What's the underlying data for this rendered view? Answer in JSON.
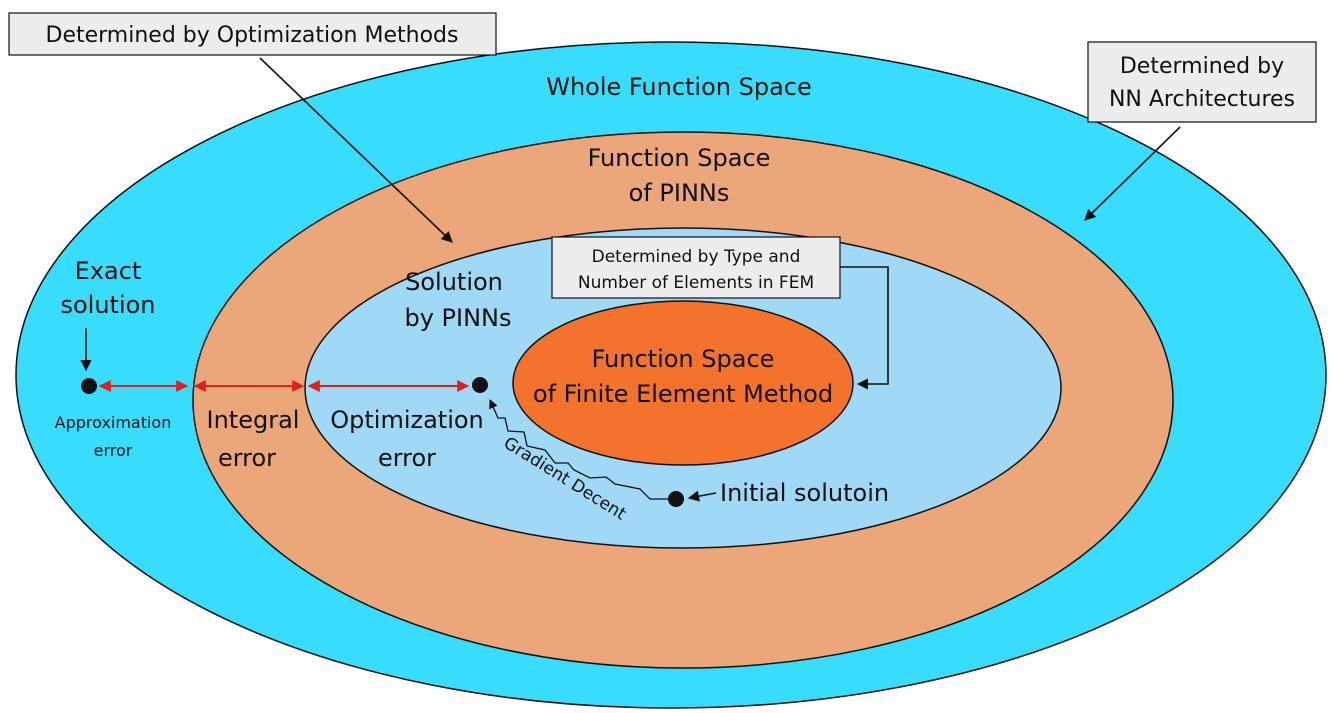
{
  "colors": {
    "whole_space": "#38dcfd",
    "pinn_space": "#eba67a",
    "pinn_solution": "#9fd9f5",
    "fem_space": "#f3722c",
    "error_arrow": "#e0201b",
    "box_fill": "#ededed"
  },
  "regions": {
    "whole_space": "Whole Function Space",
    "pinn_space_line1": "Function Space",
    "pinn_space_line2": "of  PINNs",
    "pinn_solution_line1": "Solution",
    "pinn_solution_line2": "by PINNs",
    "fem_line1": "Function Space",
    "fem_line2": "of  Finite Element Method"
  },
  "callouts": {
    "optimization_methods": "Determined by Optimization Methods",
    "nn_arch_line1": "Determined by",
    "nn_arch_line2": "NN Architectures",
    "fem_type_line1": "Determined by Type and",
    "fem_type_line2": "Number of Elements in FEM"
  },
  "points": {
    "exact_line1": "Exact",
    "exact_line2": "solution",
    "initial": "Initial solutoin"
  },
  "errors": {
    "approx_line1": "Approximation",
    "approx_line2": "error",
    "integral_line1": "Integral",
    "integral_line2": "error",
    "optimization_line1": "Optimization",
    "optimization_line2": "error",
    "gradient": "Gradient Decent"
  }
}
